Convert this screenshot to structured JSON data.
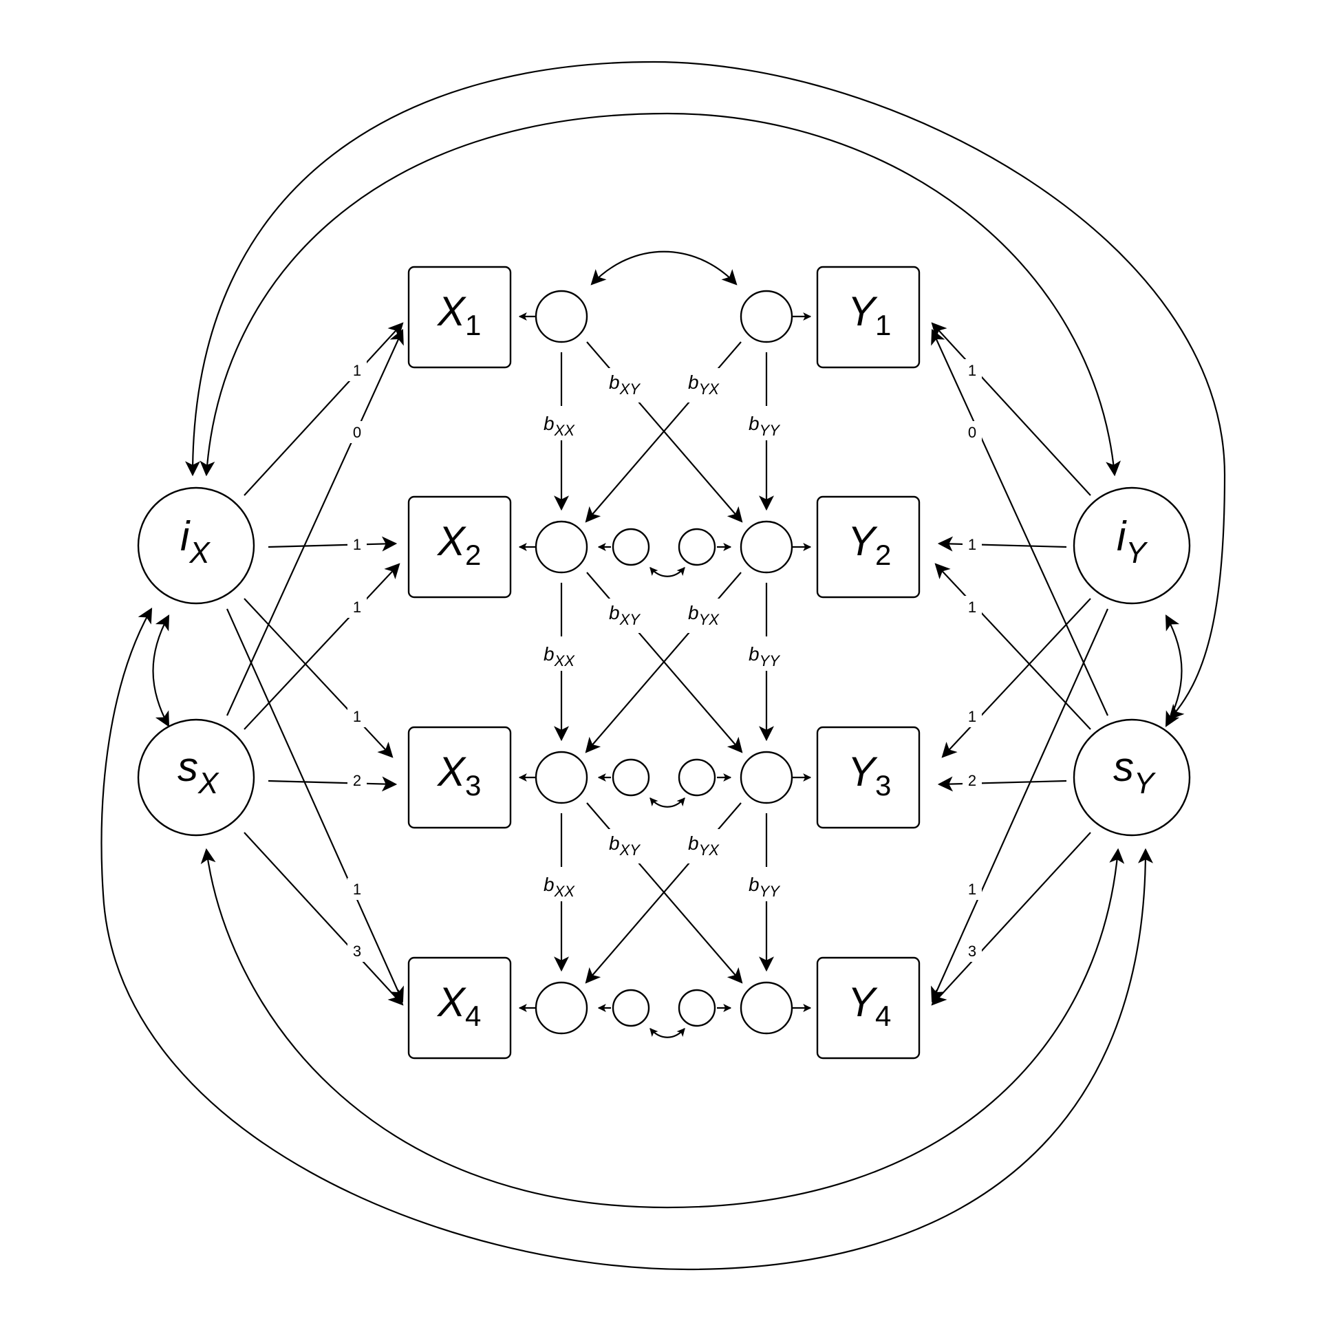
{
  "observed": {
    "x1": {
      "letter": "X",
      "sub": "1"
    },
    "x2": {
      "letter": "X",
      "sub": "2"
    },
    "x3": {
      "letter": "X",
      "sub": "3"
    },
    "x4": {
      "letter": "X",
      "sub": "4"
    },
    "y1": {
      "letter": "Y",
      "sub": "1"
    },
    "y2": {
      "letter": "Y",
      "sub": "2"
    },
    "y3": {
      "letter": "Y",
      "sub": "3"
    },
    "y4": {
      "letter": "Y",
      "sub": "4"
    }
  },
  "latent_factors": {
    "ix": {
      "letter": "i",
      "sub": "X"
    },
    "sx": {
      "letter": "s",
      "sub": "X"
    },
    "iy": {
      "letter": "i",
      "sub": "Y"
    },
    "sy": {
      "letter": "s",
      "sub": "Y"
    }
  },
  "coefficients": {
    "b": "b",
    "xx": "XX",
    "xy": "XY",
    "yx": "YX",
    "yy": "YY"
  },
  "loadings": {
    "ix_x1": "1",
    "ix_x2": "1",
    "ix_x3": "1",
    "ix_x4": "1",
    "sx_x1": "0",
    "sx_x2": "1",
    "sx_x3": "2",
    "sx_x4": "3",
    "iy_y1": "1",
    "iy_y2": "1",
    "iy_y3": "1",
    "iy_y4": "1",
    "sy_y1": "0",
    "sy_y2": "1",
    "sy_y3": "2",
    "sy_y4": "3"
  }
}
